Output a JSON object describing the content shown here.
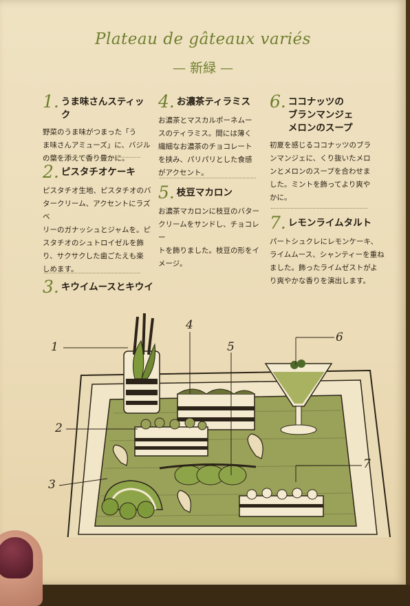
{
  "title": "Plateau de gâteaux variés",
  "subtitle": "— 新緑 —",
  "items": [
    {
      "num": "1.",
      "name": "うま味さんスティック",
      "desc": "野菜のうま味がつまった「う\nま味さんアミューズ」に、バジル\nの葉を添えて香り豊かに。"
    },
    {
      "num": "2.",
      "name": "ピスタチオケーキ",
      "desc": "ピスタチオ生地、ピスタチオのバ\nタークリーム、アクセントにラズベ\nリーのガナッシュとジャムを。ピ\nスタチオのシュトロイゼルを飾\nり、サクサクした歯ごたえも楽\nしめます。"
    },
    {
      "num": "3.",
      "name": "キウイムースとキウイ",
      "desc": ""
    },
    {
      "num": "4.",
      "name": "お濃茶ティラミス",
      "desc": "お濃茶とマスカルポーネムー\nスのティラミス。間には薄く\n繊細なお濃茶のチョコレート\nを挟み、パリパリとした食感\nがアクセント。"
    },
    {
      "num": "5.",
      "name": "枝豆マカロン",
      "desc": "お濃茶マカロンに枝豆のバター\nクリームをサンドし、チョコレー\nトを飾りました。枝豆の形をイ\nメージ。"
    },
    {
      "num": "6.",
      "name": "ココナッツの\nブランマンジェ\nメロンのスープ",
      "desc": "初夏を感じるココナッツのブラ\nンマンジェに、くり抜いたメロ\nンとメロンのスープを合わせま\nした。ミントを飾ってより爽や\nかに。"
    },
    {
      "num": "7.",
      "name": "レモンライムタルト",
      "desc": "パートシュクレにレモンケーキ、\nライムムース、シャンティーを重ね\nました。飾ったライムゼストがよ\nり爽やかな香りを演出します。"
    }
  ],
  "callouts": [
    "1",
    "2",
    "3",
    "4",
    "5",
    "6",
    "7"
  ],
  "colors": {
    "accent": "#6f7f2e",
    "paper": "#ecdcb8",
    "ink": "#2c2418",
    "tray": "#9aa25a"
  }
}
